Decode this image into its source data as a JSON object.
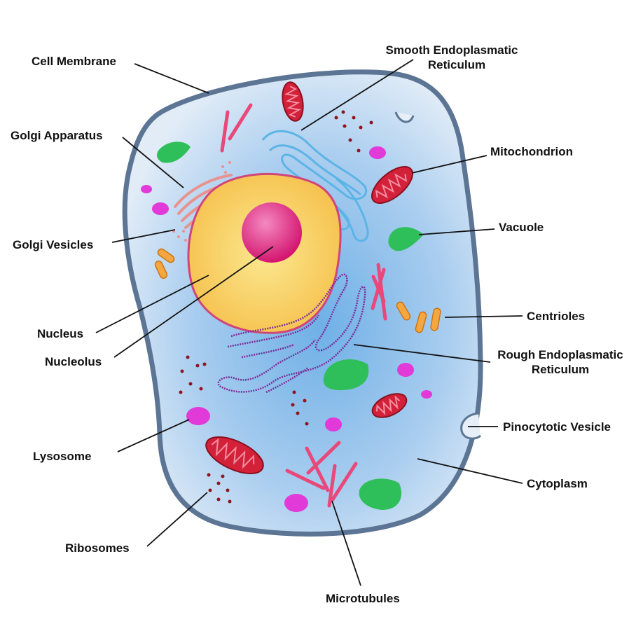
{
  "title": "Animal Cell Diagram",
  "labels": {
    "cell_membrane": "Cell Membrane",
    "smooth_er_1": "Smooth Endoplasmatic",
    "smooth_er_2": "Reticulum",
    "golgi_apparatus": "Golgi Apparatus",
    "mitochondrion": "Mitochondrion",
    "vacuole": "Vacuole",
    "golgi_vesicles": "Golgi Vesicles",
    "nucleus": "Nucleus",
    "nucleolus": "Nucleolus",
    "centrioles": "Centrioles",
    "rough_er_1": "Rough Endoplasmatic",
    "rough_er_2": "Reticulum",
    "pinocytotic_vesicle": "Pinocytotic Vesicle",
    "lysosome": "Lysosome",
    "cytoplasm": "Cytoplasm",
    "ribosomes": "Ribosomes",
    "microtubules": "Microtubules"
  },
  "colors": {
    "membrane": "#5d7594",
    "cytoplasm_light": "#dce9f6",
    "cytoplasm_dark": "#86bce9",
    "nucleus": "#f7d35d",
    "nucleus_border": "#d0457a",
    "nucleolus": "#e0267a",
    "mitochondrion": "#d3213a",
    "vacuole": "#2fbf5a",
    "lysosome": "#e13ad8",
    "ribosome": "#8c1520",
    "microtubule": "#e8487a",
    "centriole": "#f4a640",
    "smooth_er": "#5cb4e6",
    "rough_er": "#7a2d9a",
    "golgi": "#e8938f"
  }
}
